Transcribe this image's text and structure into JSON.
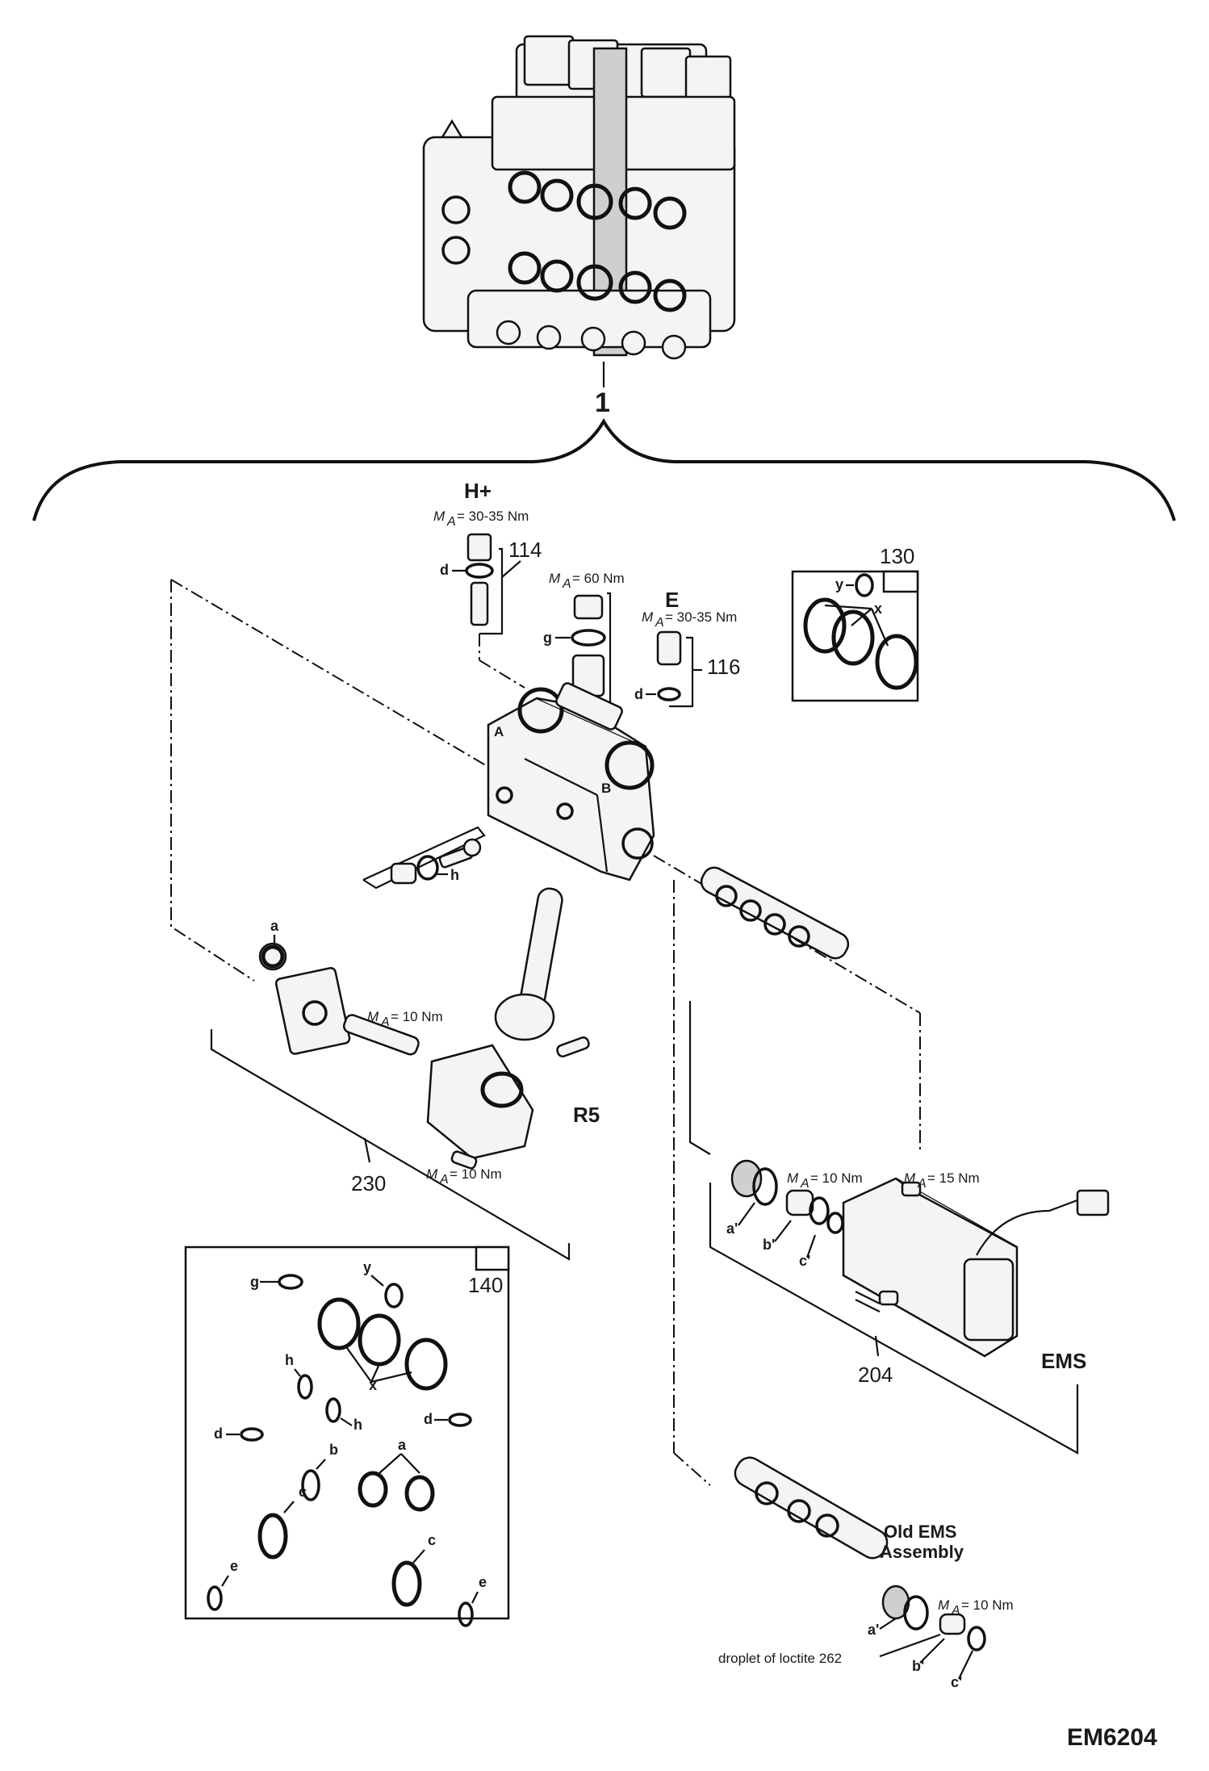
{
  "callouts": {
    "main_assembly": "1",
    "n114": "114",
    "n116": "116",
    "n130": "130",
    "n140": "140",
    "n204": "204",
    "n230": "230"
  },
  "valves": {
    "h_plus": "H+",
    "e": "E",
    "r5": "R5",
    "ems": "EMS",
    "old_ems": "Old EMS",
    "old_ems_assembly": "Assembly"
  },
  "ports": {
    "a": "A",
    "b": "B"
  },
  "torques": {
    "t114": "M",
    "t114_sub": "A",
    "t114_val": "= 30-35 Nm",
    "t_g": "= 60 Nm",
    "t116_val": "= 30-35 Nm",
    "t_r5_top": "= 10 Nm",
    "t_r5_bottom": "= 10 Nm",
    "t_ems_left": "= 10 Nm",
    "t_ems_right": "= 15 Nm",
    "t_old_ems": "= 10 Nm"
  },
  "seal_letters": {
    "a": "a",
    "b": "b",
    "c": "c",
    "d": "d",
    "e": "e",
    "g": "g",
    "h": "h",
    "x": "x",
    "y": "y",
    "a_prime": "a'",
    "b_prime": "b'",
    "c_prime": "c'"
  },
  "notes": {
    "loctite": "droplet of loctite 262"
  },
  "drawing_id": "EM6204"
}
